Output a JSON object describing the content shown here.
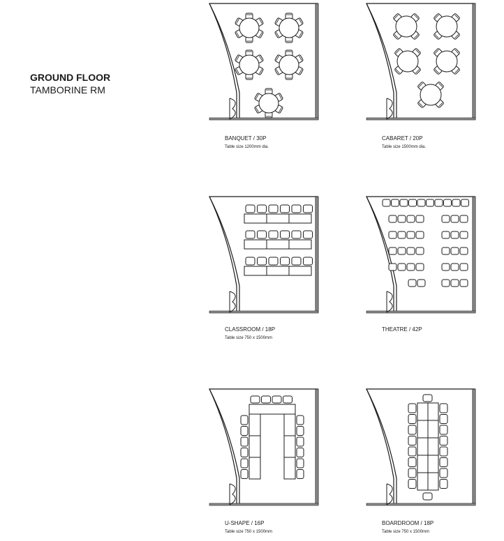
{
  "heading": {
    "floor": "GROUND FLOOR",
    "room": "TAMBORINE RM"
  },
  "colors": {
    "line": "#1a1a1a",
    "wall_shade": "#8f8f8f",
    "fill": "#ffffff"
  },
  "layouts": [
    {
      "key": "banquet",
      "style": "round",
      "label": "BANQUET / 30P",
      "table_size": "Table size 1200mm dia.",
      "tables": 5,
      "chairs_per_table": 6,
      "chairs": 30
    },
    {
      "key": "cabaret",
      "style": "cabaret",
      "label": "CABARET / 20P",
      "table_size": "Table size 1500mm dia.",
      "tables": 5,
      "chairs_per_table": 4,
      "chairs": 20
    },
    {
      "key": "classroom",
      "style": "rows",
      "label": "CLASSROOM / 18P",
      "table_size": "Table size 750 x 1500mm",
      "rows": 3,
      "tables_per_row": 3,
      "chairs_per_row": 6,
      "chairs": 18
    },
    {
      "key": "theatre",
      "style": "theatre",
      "label": "THEATRE / 42P",
      "table_size": "",
      "chairs": 42
    },
    {
      "key": "ushape",
      "style": "u-shape",
      "label": "U-SHAPE / 16P",
      "table_size": "Table size 750 x 1500mm",
      "chairs": 16
    },
    {
      "key": "boardroom",
      "style": "boardroom",
      "label": "BOARDROOM / 18P",
      "table_size": "Table size 750 x 1500mm",
      "chairs": 18
    }
  ]
}
